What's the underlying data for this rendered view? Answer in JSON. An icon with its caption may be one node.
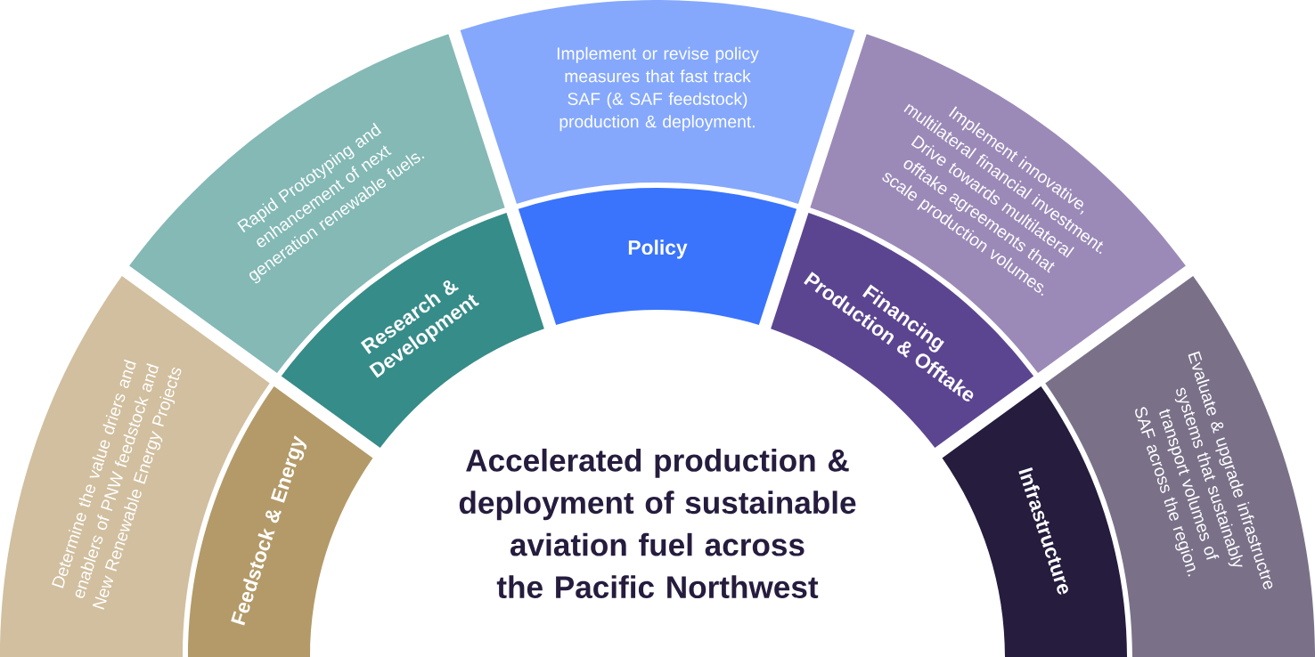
{
  "diagram": {
    "nodes": [
      {
        "text": [
          "Accelerated production & deployment of sustainable aviation fuel across the Pacific Northwest"
        ]
      },
      {
        "text": [
          "Feedstock & Energy"
        ]
      },
      {
        "text": [
          "Determine the value driers and enablers of PNW feedstock and New Renewable Energy Projects"
        ]
      },
      {
        "text": [
          "Research & Development"
        ]
      },
      {
        "text": [
          "Rapid Prototyping and enhancement of next generation renewable fuels."
        ]
      },
      {
        "text": [
          "Policy"
        ]
      },
      {
        "text": [
          "Implement or revise policy measures that fast track SAF (& SAF feedstock) production & deployment."
        ]
      },
      {
        "text": [
          "Financing Production & Offtake"
        ]
      },
      {
        "text": [
          "Implement innovative, multilateral financial investment. Drive towards multilateral offtake agreements that scale production volumes."
        ]
      },
      {
        "text": [
          "Infrastructure"
        ]
      },
      {
        "text": [
          "Evaluate & upgrade infrastructre systems that sustainably transport volumes of SAF across the region."
        ]
      }
    ]
  }
}
